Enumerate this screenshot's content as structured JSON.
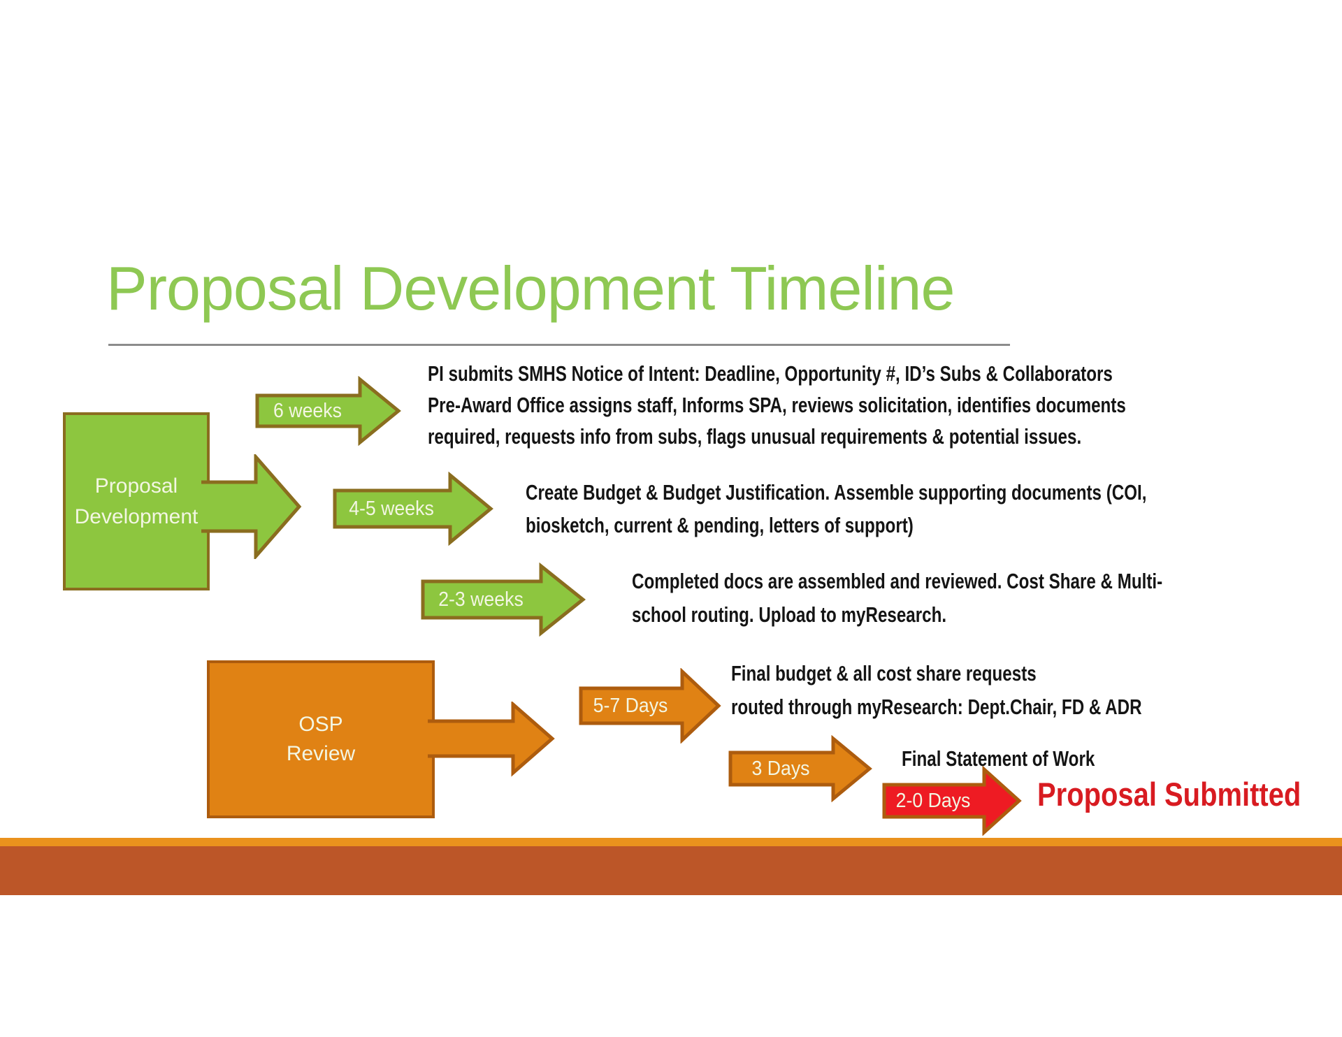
{
  "slide": {
    "title": "Proposal Development Timeline"
  },
  "phases": [
    {
      "name": "Proposal Development",
      "lines": [
        "Proposal",
        "Development"
      ],
      "color": "#8dc63f"
    },
    {
      "name": "OSP Review",
      "lines": [
        "OSP",
        "Review"
      ],
      "color": "#e08214"
    }
  ],
  "steps": [
    {
      "duration": "6 weeks",
      "color": "#8dc63f",
      "lines": [
        "PI submits SMHS Notice of Intent: Deadline, Opportunity #, ID’s Subs & Collaborators",
        "Pre-Award Office assigns staff, Informs SPA, reviews solicitation, identifies documents",
        "required, requests info from subs, flags unusual requirements & potential issues."
      ]
    },
    {
      "duration": "4-5 weeks",
      "color": "#8dc63f",
      "lines": [
        "Create Budget & Budget Justification. Assemble supporting documents (COI,",
        "biosketch, current & pending, letters of support)"
      ]
    },
    {
      "duration": "2-3 weeks",
      "color": "#8dc63f",
      "lines": [
        "Completed docs are assembled and reviewed. Cost Share & Multi-",
        "school routing. Upload to myResearch."
      ]
    },
    {
      "duration": "5-7 Days",
      "color": "#e08214",
      "lines": [
        "Final budget & all cost share requests",
        "routed through myResearch: Dept.Chair, FD & ADR"
      ]
    },
    {
      "duration": "3 Days",
      "color": "#e08214",
      "lines": [
        "Final Statement of Work"
      ]
    },
    {
      "duration": "2-0 Days",
      "color": "#ee1b23",
      "lines": [
        "Proposal Submitted"
      ]
    }
  ],
  "colors": {
    "title_green": "#8ec853",
    "arrow_green": "#8dc63f",
    "green_border": "#8a6d1f",
    "orange": "#e08214",
    "orange_border": "#ad5c0e",
    "red": "#ee1b23",
    "red_text": "#d81b21",
    "rule_gray": "#8c8c8c",
    "footer_strip": "#ea921d",
    "footer_bar": "#bc5628",
    "label_offwhite": "#f3f6e3"
  }
}
